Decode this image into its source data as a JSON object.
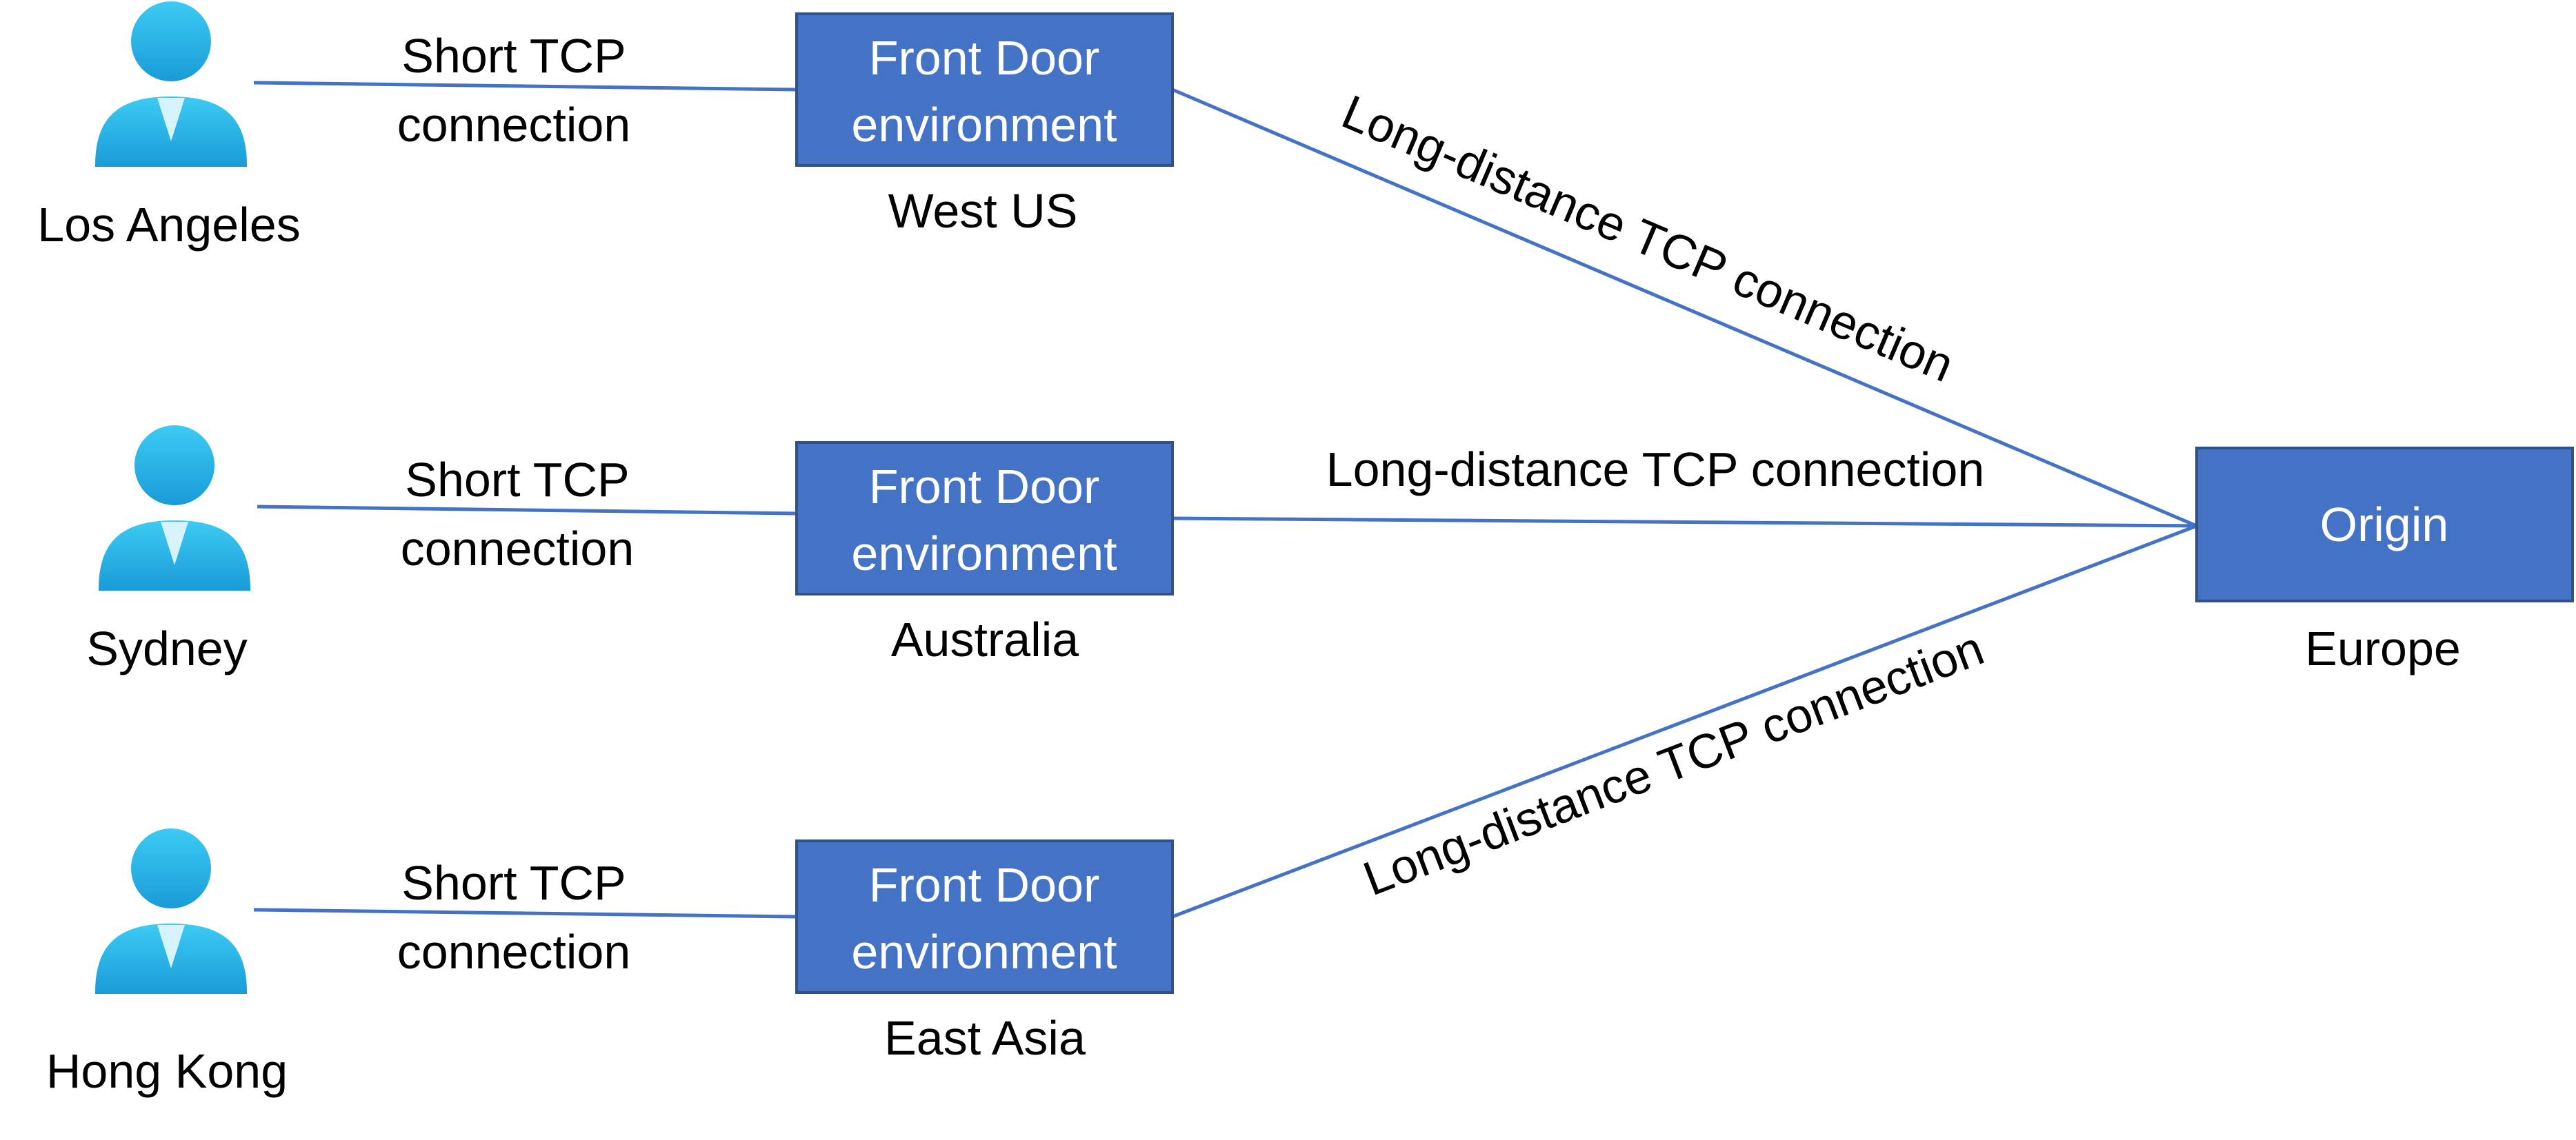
{
  "colors": {
    "box_fill": "#4472C4",
    "box_border": "#2F528F",
    "connector": "#4472C4",
    "user_icon_light": "#3CCBF4",
    "user_icon_dark": "#1A9BD7",
    "user_icon_collar": "#D6F2FB"
  },
  "users": [
    {
      "icon": "user-icon",
      "city": "Los Angeles"
    },
    {
      "icon": "user-icon",
      "city": "Sydney"
    },
    {
      "icon": "user-icon",
      "city": "Hong Kong"
    }
  ],
  "short_connections": [
    {
      "line1": "Short TCP",
      "line2": "connection"
    },
    {
      "line1": "Short TCP",
      "line2": "connection"
    },
    {
      "line1": "Short TCP",
      "line2": "connection"
    }
  ],
  "front_doors": [
    {
      "line1": "Front Door",
      "line2": "environment",
      "region": "West US"
    },
    {
      "line1": "Front Door",
      "line2": "environment",
      "region": "Australia"
    },
    {
      "line1": "Front Door",
      "line2": "environment",
      "region": "East Asia"
    }
  ],
  "long_connections": [
    {
      "label": "Long-distance TCP connection"
    },
    {
      "label": "Long-distance TCP connection"
    },
    {
      "label": "Long-distance TCP connection"
    }
  ],
  "origin": {
    "label": "Origin",
    "region": "Europe"
  }
}
